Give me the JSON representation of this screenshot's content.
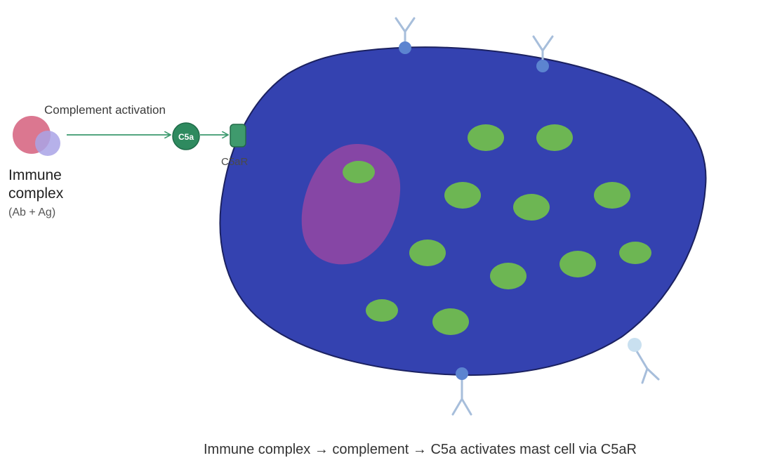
{
  "labels": {
    "activation": "Complement activation",
    "immune_complex_line1": "Immune",
    "immune_complex_line2": "complex",
    "immune_complex_sub": "(Ab + Ag)",
    "c5a": "C5a",
    "c5ar": "C5aR",
    "caption": "Immune complex → complement → C5a activates mast cell via C5aR"
  },
  "colors": {
    "cell_fill": "#3442B0",
    "cell_stroke": "#1B2160",
    "nucleus": "#8646A5",
    "granule": "#6DB653",
    "antigen": "#D9708A",
    "antibody": "#A9A3E6",
    "c5a": "#2E8A5F",
    "receptor": "#3F9A6D",
    "arrow": "#3C9A6E",
    "ige_dark": "#5C84D0",
    "ige_light": "#C9E0F0",
    "ige_stem": "#A7BEDB",
    "text": "#3a3a3a"
  }
}
